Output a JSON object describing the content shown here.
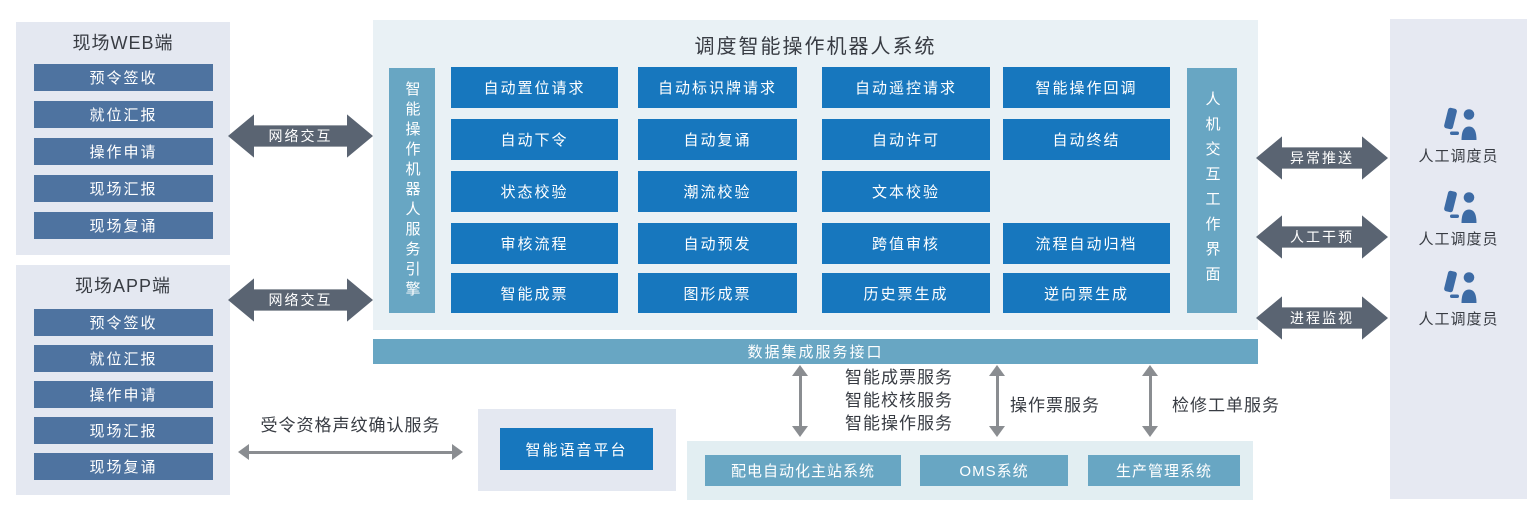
{
  "colors": {
    "primary_blue": "#1777be",
    "steel_blue": "#4e73a0",
    "light_steel_blue": "#68a6c3",
    "dark_arrow": "#5a6472",
    "thin_arrow": "#8a8d91",
    "icon_blue": "#3d6ba5",
    "panel_gray": "#e4e8f1",
    "main_panel_bg": "#e9f1f5"
  },
  "web_panel": {
    "title": "现场WEB端",
    "items": [
      "预令签收",
      "就位汇报",
      "操作申请",
      "现场汇报",
      "现场复诵"
    ]
  },
  "app_panel": {
    "title": "现场APP端",
    "items": [
      "预令签收",
      "就位汇报",
      "操作申请",
      "现场汇报",
      "现场复诵"
    ]
  },
  "network_arrows": [
    "网络交互",
    "网络交互"
  ],
  "main_panel": {
    "title": "调度智能操作机器人系统",
    "left_bar": "智能操作机器人服务引擎",
    "right_bar": "人机交互工作界面",
    "grid": [
      [
        "自动置位请求",
        "自动标识牌请求",
        "自动遥控请求",
        "智能操作回调"
      ],
      [
        "自动下令",
        "自动复诵",
        "自动许可",
        "自动终结"
      ],
      [
        "状态校验",
        "潮流校验",
        "文本校验",
        null
      ],
      [
        "审核流程",
        "自动预发",
        "跨值审核",
        "流程自动归档"
      ],
      [
        "智能成票",
        "图形成票",
        "历史票生成",
        "逆向票生成"
      ]
    ]
  },
  "integration_bar": "数据集成服务接口",
  "right_arrows": [
    "异常推送",
    "人工干预",
    "进程监视"
  ],
  "dispatchers": [
    "人工调度员",
    "人工调度员",
    "人工调度员"
  ],
  "voice": {
    "arrow_label": "受令资格声纹确认服务",
    "platform": "智能语音平台"
  },
  "bottom_services": {
    "multi": [
      "智能成票服务",
      "智能校核服务",
      "智能操作服务"
    ],
    "label2": "操作票服务",
    "label3": "检修工单服务"
  },
  "systems": [
    "配电自动化主站系统",
    "OMS系统",
    "生产管理系统"
  ]
}
